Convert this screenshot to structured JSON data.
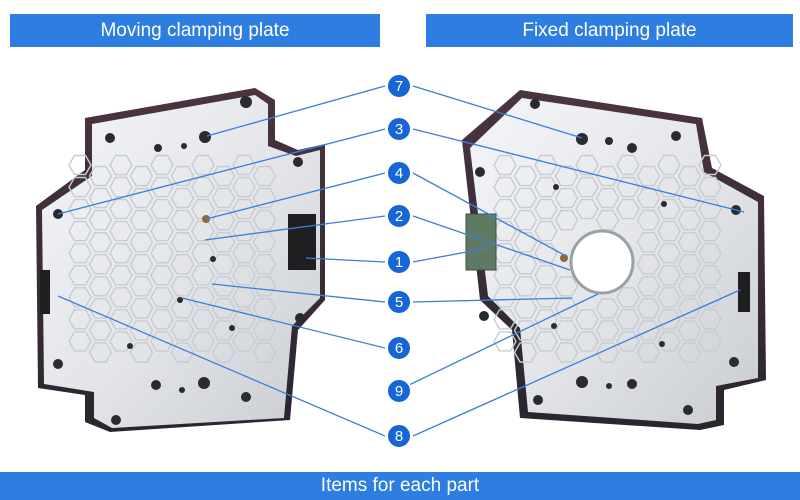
{
  "headers": {
    "left": "Moving clamping plate",
    "right": "Fixed clamping plate"
  },
  "footer": "Items for each part",
  "callouts": [
    {
      "number": "7"
    },
    {
      "number": "3"
    },
    {
      "number": "4"
    },
    {
      "number": "2"
    },
    {
      "number": "1"
    },
    {
      "number": "5"
    },
    {
      "number": "6"
    },
    {
      "number": "9"
    },
    {
      "number": "8"
    }
  ],
  "colors": {
    "banner": "#2e7de0",
    "callout": "#1666d6",
    "leader": "#3b7fd9",
    "plate": "#e6e8ec",
    "plate_edge": "#3a2a36",
    "hole": "#2b2b2f",
    "honeycomb": "#c7ccd3",
    "insulation": "#5e7a62"
  }
}
